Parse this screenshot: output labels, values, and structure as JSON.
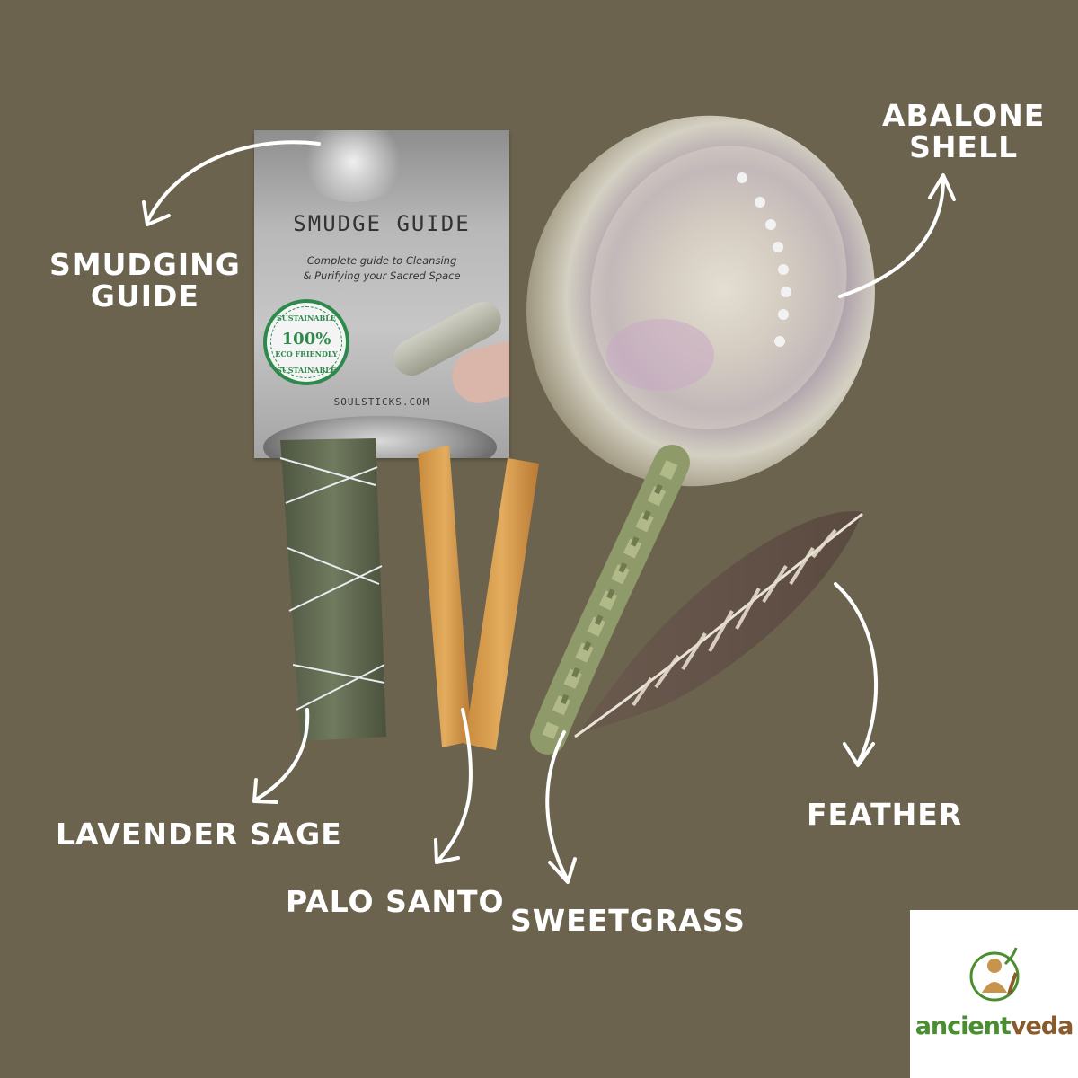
{
  "labels": {
    "smudging_guide": [
      "SMUDGING",
      "GUIDE"
    ],
    "abalone_shell": [
      "ABALONE",
      "SHELL"
    ],
    "lavender_sage": "LAVENDER SAGE",
    "palo_santo": "PALO SANTO",
    "sweetgrass": "SWEETGRASS",
    "feather": "FEATHER"
  },
  "booklet": {
    "title": "SMUDGE GUIDE",
    "subtitle_lines": [
      "Complete guide to Cleansing",
      "& Purifying your Sacred Space"
    ],
    "seal": {
      "top": "SUSTAINABLE",
      "middle": "100%",
      "lower": "ECO FRIENDLY",
      "bottom": "SUSTAINABLE"
    },
    "website": "SOULSTICKS.COM"
  },
  "logo": {
    "part1": "ancient",
    "part2": "veda"
  },
  "colors": {
    "background": "#6b634d",
    "label": "#ffffff",
    "logo_green": "#4a8f2f",
    "logo_brown": "#8a5a2b",
    "seal_green": "#2e8a4c"
  }
}
